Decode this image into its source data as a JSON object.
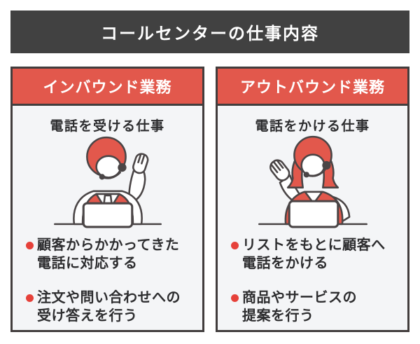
{
  "title": {
    "text": "コールセンターの仕事内容"
  },
  "colors": {
    "banner_bg": "#414141",
    "card_border": "#423d3d",
    "card_bg": "#f4f5f7",
    "header_red": "#e2584c",
    "bullet_red": "#e6413a",
    "text_dark": "#2d2d2f",
    "outline_dark": "#4a4546"
  },
  "cards": [
    {
      "header": "インバウンド業務",
      "subtitle": "電話を受ける仕事",
      "illustration": "operator-receiving-call-icon",
      "bullets": [
        "顧客からかかってきた\n電話に対応する",
        "注文や問い合わせへの\n受け答えを行う"
      ]
    },
    {
      "header": "アウトバウンド業務",
      "subtitle": "電話をかける仕事",
      "illustration": "operator-making-call-icon",
      "bullets": [
        "リストをもとに顧客へ\n電話をかける",
        "商品やサービスの\n提案を行う"
      ]
    }
  ]
}
